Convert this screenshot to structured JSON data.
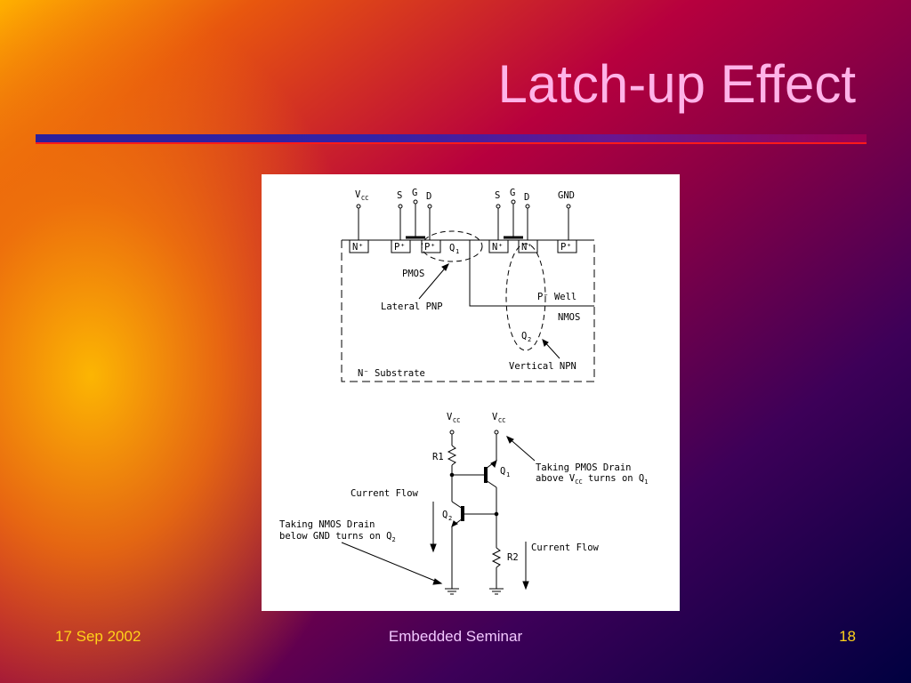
{
  "slide": {
    "title": "Latch-up Effect",
    "footer_date": "17 Sep 2002",
    "footer_center": "Embedded Seminar",
    "page_number": "18"
  },
  "diagram": {
    "cross_section": {
      "terminals": {
        "vcc": "V",
        "vcc_sub": "CC",
        "pmos_s": "S",
        "pmos_g": "G",
        "pmos_d": "D",
        "nmos_s": "S",
        "nmos_g": "G",
        "nmos_d": "D",
        "gnd": "GND"
      },
      "regions": {
        "n_plus_1": "N⁺",
        "p_plus_1": "P⁺",
        "p_plus_2": "P⁺",
        "n_plus_2": "N⁺",
        "n_plus_3": "N⁺",
        "p_plus_3": "P⁺"
      },
      "q1_label": "Q",
      "q1_sub": "1",
      "pmos_label": "PMOS",
      "lateral_pnp": "Lateral PNP",
      "p_well": "P⁻ Well",
      "nmos_label": "NMOS",
      "q2_label": "Q",
      "q2_sub": "2",
      "vertical_npn": "Vertical NPN",
      "substrate": "N⁻ Substrate"
    },
    "circuit": {
      "vcc_left": "V",
      "vcc_left_sub": "CC",
      "vcc_right": "V",
      "vcc_right_sub": "CC",
      "r1": "R1",
      "q1": "Q",
      "q1_sub": "1",
      "taking_pmos_line1": "Taking PMOS Drain",
      "taking_pmos_line2a": "above V",
      "taking_pmos_line2_sub": "CC",
      "taking_pmos_line2b": " turns on Q",
      "taking_pmos_line2_q_sub": "1",
      "current_flow_left": "Current Flow",
      "q2": "Q",
      "q2_sub": "2",
      "taking_nmos_line1": "Taking NMOS Drain",
      "taking_nmos_line2": "below GND turns on Q",
      "taking_nmos_line2_sub": "2",
      "r2": "R2",
      "current_flow_right": "Current Flow"
    }
  }
}
